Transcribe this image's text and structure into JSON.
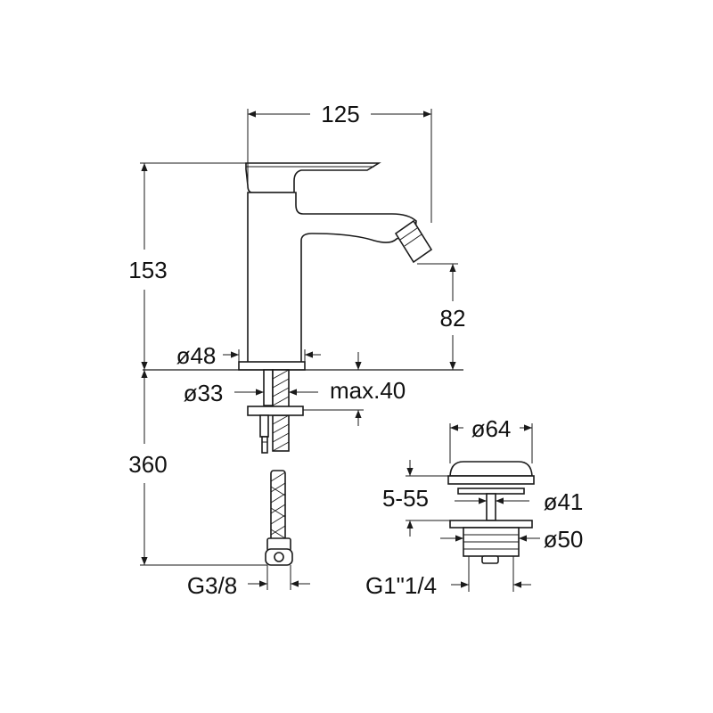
{
  "dimensions": {
    "total_length": "125",
    "height": "153",
    "spout_height": "82",
    "base_diameter": "ø48",
    "shank_diameter": "ø33",
    "max_thickness": "max.40",
    "hose_length": "360",
    "hose_thread": "G3/8",
    "waste_cap_diameter": "ø64",
    "waste_range": "5-55",
    "waste_hole_diameter": "ø41",
    "waste_flange_diameter": "ø50",
    "waste_thread": "G1\"1/4"
  }
}
